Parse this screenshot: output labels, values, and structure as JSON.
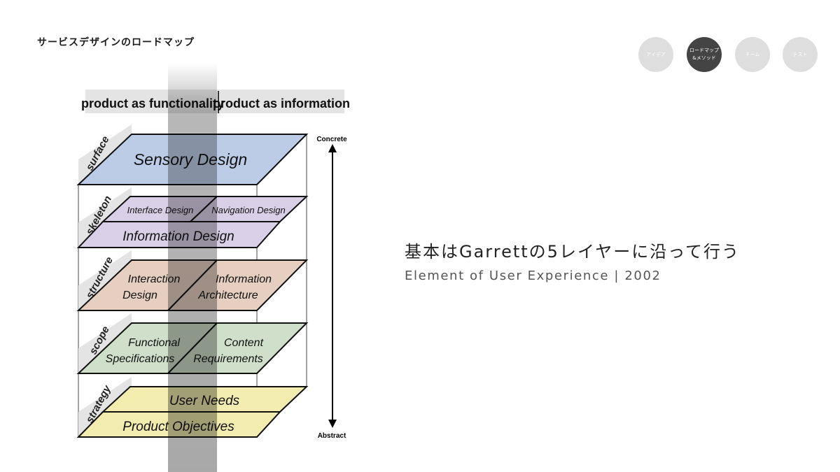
{
  "page": {
    "title": "サービスデザインのロードマップ",
    "headline": "基本はGarrettの5レイヤーに沿って行う",
    "subtitle": "Element of User Experience | 2002"
  },
  "nav": {
    "items": [
      {
        "label": "アイデア",
        "active": false
      },
      {
        "label": "ロードマップ\n&メソッド",
        "active": true
      },
      {
        "label": "チーム",
        "active": false
      },
      {
        "label": "テスト",
        "active": false
      }
    ]
  },
  "diagram": {
    "header_left": "product as functionality",
    "header_right": "product as information",
    "axis_top": "Concrete",
    "axis_bottom": "Abstract",
    "layers": {
      "surface": {
        "side": "surface",
        "plane": "Sensory Design"
      },
      "skeleton": {
        "side": "skeleton",
        "left": "Interface Design",
        "right": "Navigation Design",
        "lower": "Information Design"
      },
      "structure": {
        "side": "structure",
        "left_line1": "Interaction",
        "left_line2": "Design",
        "right_line1": "Information",
        "right_line2": "Architecture"
      },
      "scope": {
        "side": "scope",
        "left_line1": "Functional",
        "left_line2": "Specifications",
        "right_line1": "Content",
        "right_line2": "Requirements"
      },
      "strategy": {
        "side": "strategy",
        "upper": "User Needs",
        "lower": "Product Objectives"
      }
    },
    "colors": {
      "surface": "#bccbe6",
      "skeleton": "#d9d0e8",
      "structure": "#e6cfc1",
      "scope": "#cfdfca",
      "strategy": "#f2ecae",
      "header_bg": "#e4e4e4",
      "side_label_bg": "#e4e4e4"
    }
  }
}
